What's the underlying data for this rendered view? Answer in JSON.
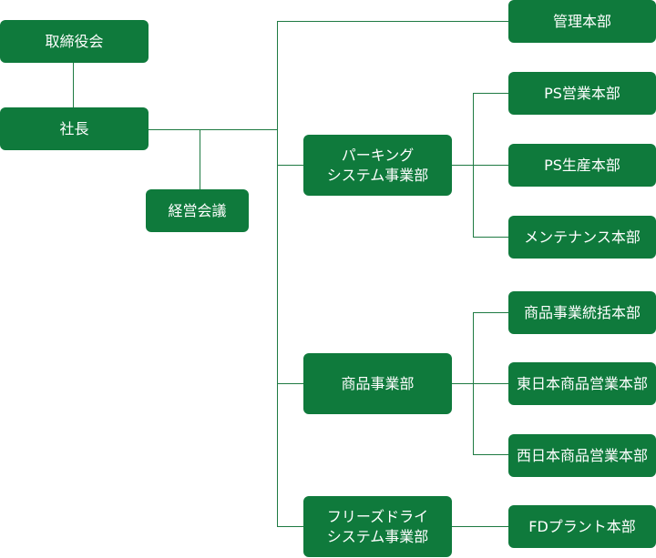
{
  "colors": {
    "box": "#0f7a3c",
    "line": "#1e7a42",
    "text": "#ffffff"
  },
  "nodes": {
    "board": "取締役会",
    "president": "社長",
    "mgmt_meeting": "経営会議",
    "admin_hq": "管理本部",
    "parking_div": {
      "line1": "パーキング",
      "line2": "システム事業部"
    },
    "ps_sales": "PS営業本部",
    "ps_production": "PS生産本部",
    "maintenance": "メンテナンス本部",
    "products_div": "商品事業部",
    "products_integration": "商品事業統括本部",
    "east_sales": "東日本商品営業本部",
    "west_sales": "西日本商品営業本部",
    "freeze_dry_div": {
      "line1": "フリーズドライ",
      "line2": "システム事業部"
    },
    "fd_plant": "FDプラント本部"
  }
}
